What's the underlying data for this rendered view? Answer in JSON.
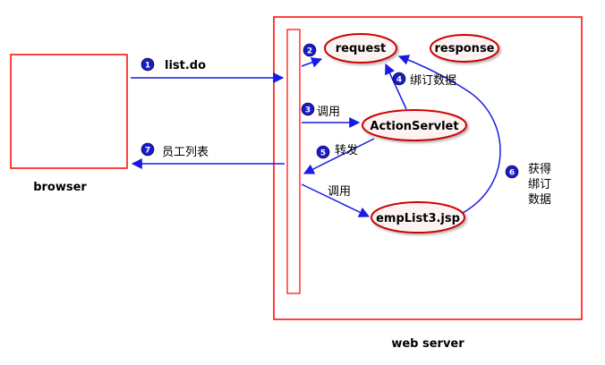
{
  "nodes": {
    "browser": "browser",
    "web_server": "web server",
    "request": "request",
    "response": "response",
    "action_servlet": "ActionServlet",
    "emplist": "empList3.jsp"
  },
  "edges": {
    "list_do": "list.do",
    "call_1": "调用",
    "bind_data": "绑订数据",
    "forward": "转发",
    "call_2": "调用",
    "employee_list": "员工列表",
    "get_bound_line1": "获得",
    "get_bound_line2": "绑订",
    "get_bound_line3": "数据"
  },
  "steps": [
    "1",
    "2",
    "3",
    "4",
    "5",
    "6",
    "7"
  ],
  "colors": {
    "border": "#ff0000",
    "arrow": "#1a1ae6",
    "step_badge": "#1a1ac8",
    "ellipse_fill": "#fdf3f3"
  }
}
